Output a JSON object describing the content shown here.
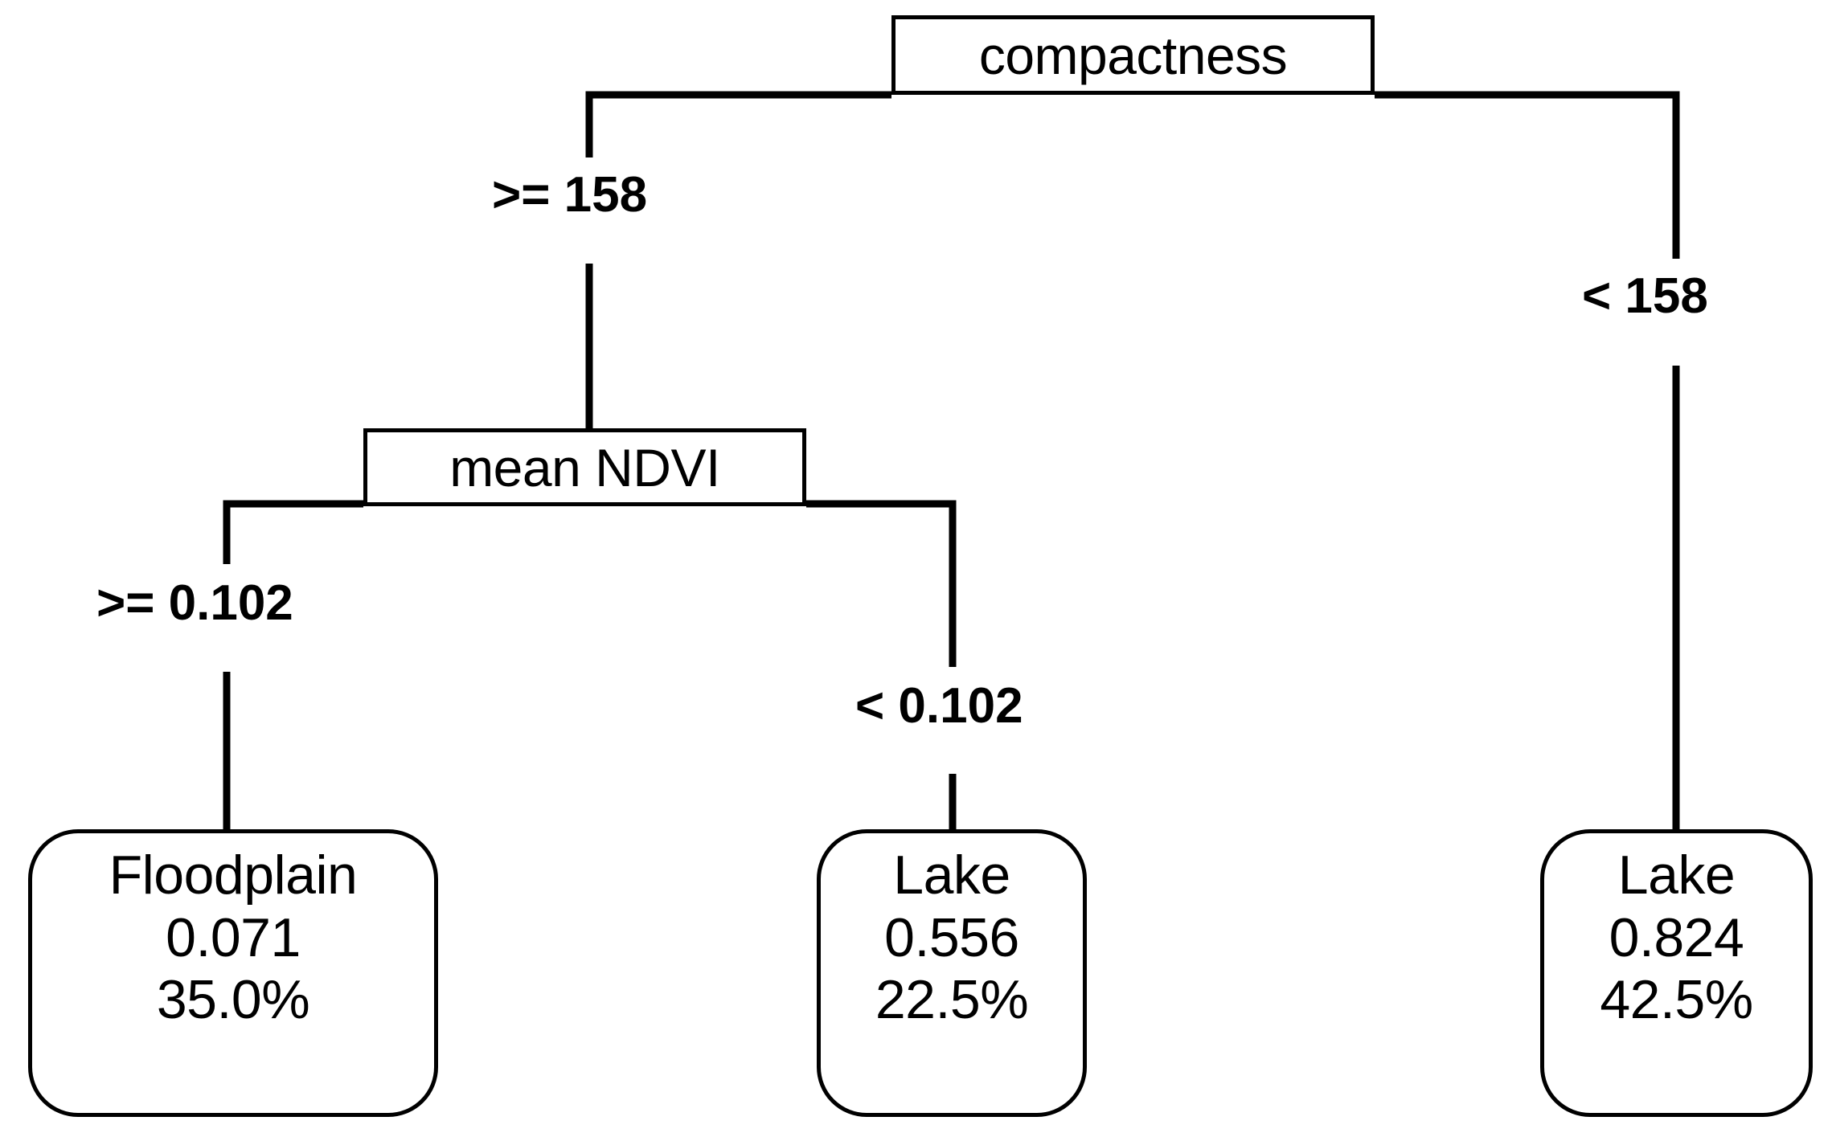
{
  "diagram": {
    "type": "decision-tree",
    "title": "",
    "root": {
      "id": "compactness",
      "label": "compactness",
      "kind": "split"
    },
    "nodes": [
      {
        "id": "compactness",
        "kind": "split",
        "label": "compactness"
      },
      {
        "id": "mean-ndvi",
        "kind": "split",
        "label": "mean NDVI"
      },
      {
        "id": "leaf-floodplain",
        "kind": "leaf",
        "class_label": "Floodplain",
        "value": "0.071",
        "percent": "35.0%"
      },
      {
        "id": "leaf-lake-mid",
        "kind": "leaf",
        "class_label": "Lake",
        "value": "0.556",
        "percent": "22.5%"
      },
      {
        "id": "leaf-lake-right",
        "kind": "leaf",
        "class_label": "Lake",
        "value": "0.824",
        "percent": "42.5%"
      }
    ],
    "edges": [
      {
        "from": "compactness",
        "to": "mean-ndvi",
        "label": ">= 158"
      },
      {
        "from": "compactness",
        "to": "leaf-lake-right",
        "label": "< 158"
      },
      {
        "from": "mean-ndvi",
        "to": "leaf-floodplain",
        "label": ">= 0.102"
      },
      {
        "from": "mean-ndvi",
        "to": "leaf-lake-mid",
        "label": "< 0.102"
      }
    ],
    "colors": {
      "stroke": "#000000",
      "fill": "#ffffff",
      "text": "#000000"
    }
  },
  "chart_data": {
    "type": "tree",
    "title": "",
    "nodes": [
      {
        "id": "compactness",
        "type": "split",
        "text": "compactness",
        "depth": 0
      },
      {
        "id": "mean-ndvi",
        "type": "split",
        "text": "mean NDVI",
        "depth": 1
      },
      {
        "id": "leaf-floodplain",
        "type": "leaf",
        "text": "Floodplain",
        "value": 0.071,
        "percent": 35.0,
        "depth": 2
      },
      {
        "id": "leaf-lake-mid",
        "type": "leaf",
        "text": "Lake",
        "value": 0.556,
        "percent": 22.5,
        "depth": 2
      },
      {
        "id": "leaf-lake-right",
        "type": "leaf",
        "text": "Lake",
        "value": 0.824,
        "percent": 42.5,
        "depth": 1
      }
    ],
    "edges": [
      {
        "source": "compactness",
        "target": "mean-ndvi",
        "condition": ">= 158"
      },
      {
        "source": "compactness",
        "target": "leaf-lake-right",
        "condition": "< 158"
      },
      {
        "source": "mean-ndvi",
        "target": "leaf-floodplain",
        "condition": ">= 0.102"
      },
      {
        "source": "mean-ndvi",
        "target": "leaf-lake-mid",
        "condition": "< 0.102"
      }
    ]
  }
}
